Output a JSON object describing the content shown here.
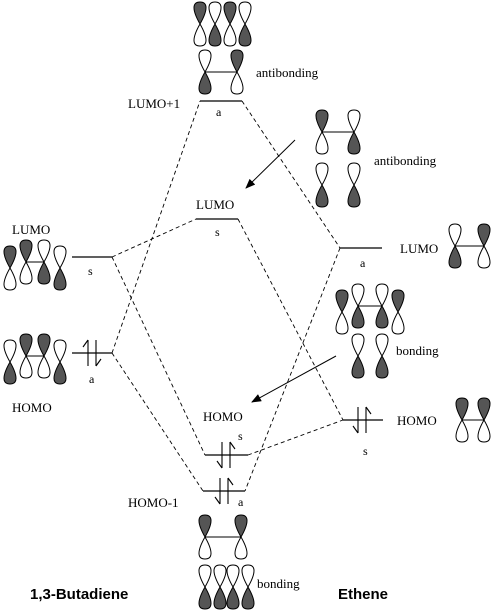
{
  "labels": {
    "lumo_plus1": "LUMO+1",
    "lumo_plus1_sym": "a",
    "top_antibonding": "antibonding",
    "ethene_antibonding": "antibonding",
    "mid_lumo": "LUMO",
    "mid_lumo_sym": "s",
    "left_lumo": "LUMO",
    "left_lumo_sym": "s",
    "right_lumo": "LUMO",
    "right_lumo_sym": "a",
    "left_homo_sym": "a",
    "left_homo": "HOMO",
    "ethene_bonding": "bonding",
    "mid_homo": "HOMO",
    "mid_homo_sym": "s",
    "right_homo": "HOMO",
    "right_homo_sym": "s",
    "homo_minus1": "HOMO-1",
    "homo_minus1_sym": "a",
    "bottom_bonding": "bonding",
    "left_title": "1,3-Butadiene",
    "right_title": "Ethene"
  },
  "colors": {
    "shaded_lobe": "#555555",
    "line": "#000000"
  }
}
